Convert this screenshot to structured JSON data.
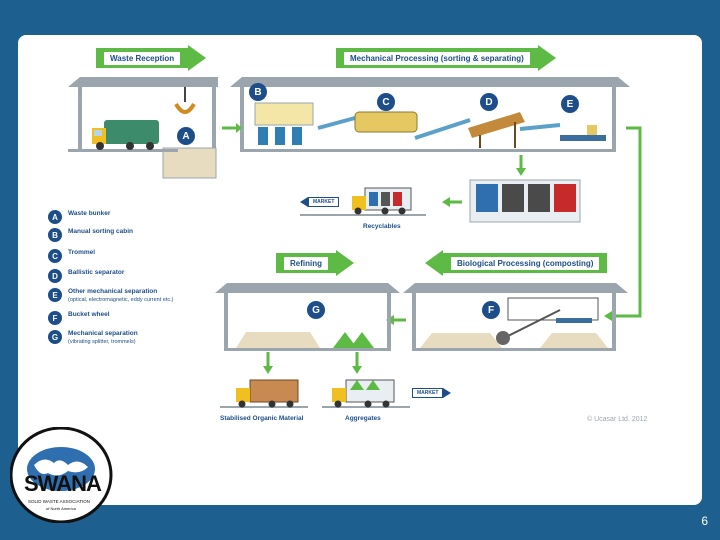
{
  "stages": {
    "waste_reception": "Waste Reception",
    "mechanical_processing": "Mechanical Processing (sorting & separating)",
    "refining": "Refining",
    "biological_processing": "Biological Processing (composting)"
  },
  "markers": [
    "A",
    "B",
    "C",
    "D",
    "E",
    "F",
    "G"
  ],
  "legend": [
    {
      "letter": "A",
      "label": "Waste bunker",
      "sub": ""
    },
    {
      "letter": "B",
      "label": "Manual sorting cabin",
      "sub": ""
    },
    {
      "letter": "C",
      "label": "Trommel",
      "sub": ""
    },
    {
      "letter": "D",
      "label": "Ballistic separator",
      "sub": ""
    },
    {
      "letter": "E",
      "label": "Other mechanical separation",
      "sub": "(optical, electromagnetic, eddy current etc.)"
    },
    {
      "letter": "F",
      "label": "Bucket wheel",
      "sub": ""
    },
    {
      "letter": "G",
      "label": "Mechanical separation",
      "sub": "(vibrating splitter, trommels)"
    }
  ],
  "captions": {
    "recyclables": "Recyclables",
    "stabilised": "Stabilised Organic Material",
    "aggregates": "Aggregates",
    "market_top": "MARKET",
    "market_bottom": "MARKET"
  },
  "copyright": "© Ucasar Ltd. 2012",
  "logo": {
    "name": "SWANA",
    "tagline": "SOLID WASTE ASSOCIATION",
    "subtagline": "of North America"
  },
  "page_number": "6",
  "colors": {
    "background": "#1d5f8f",
    "accent_green": "#5dba45",
    "navy": "#1d4e89"
  }
}
